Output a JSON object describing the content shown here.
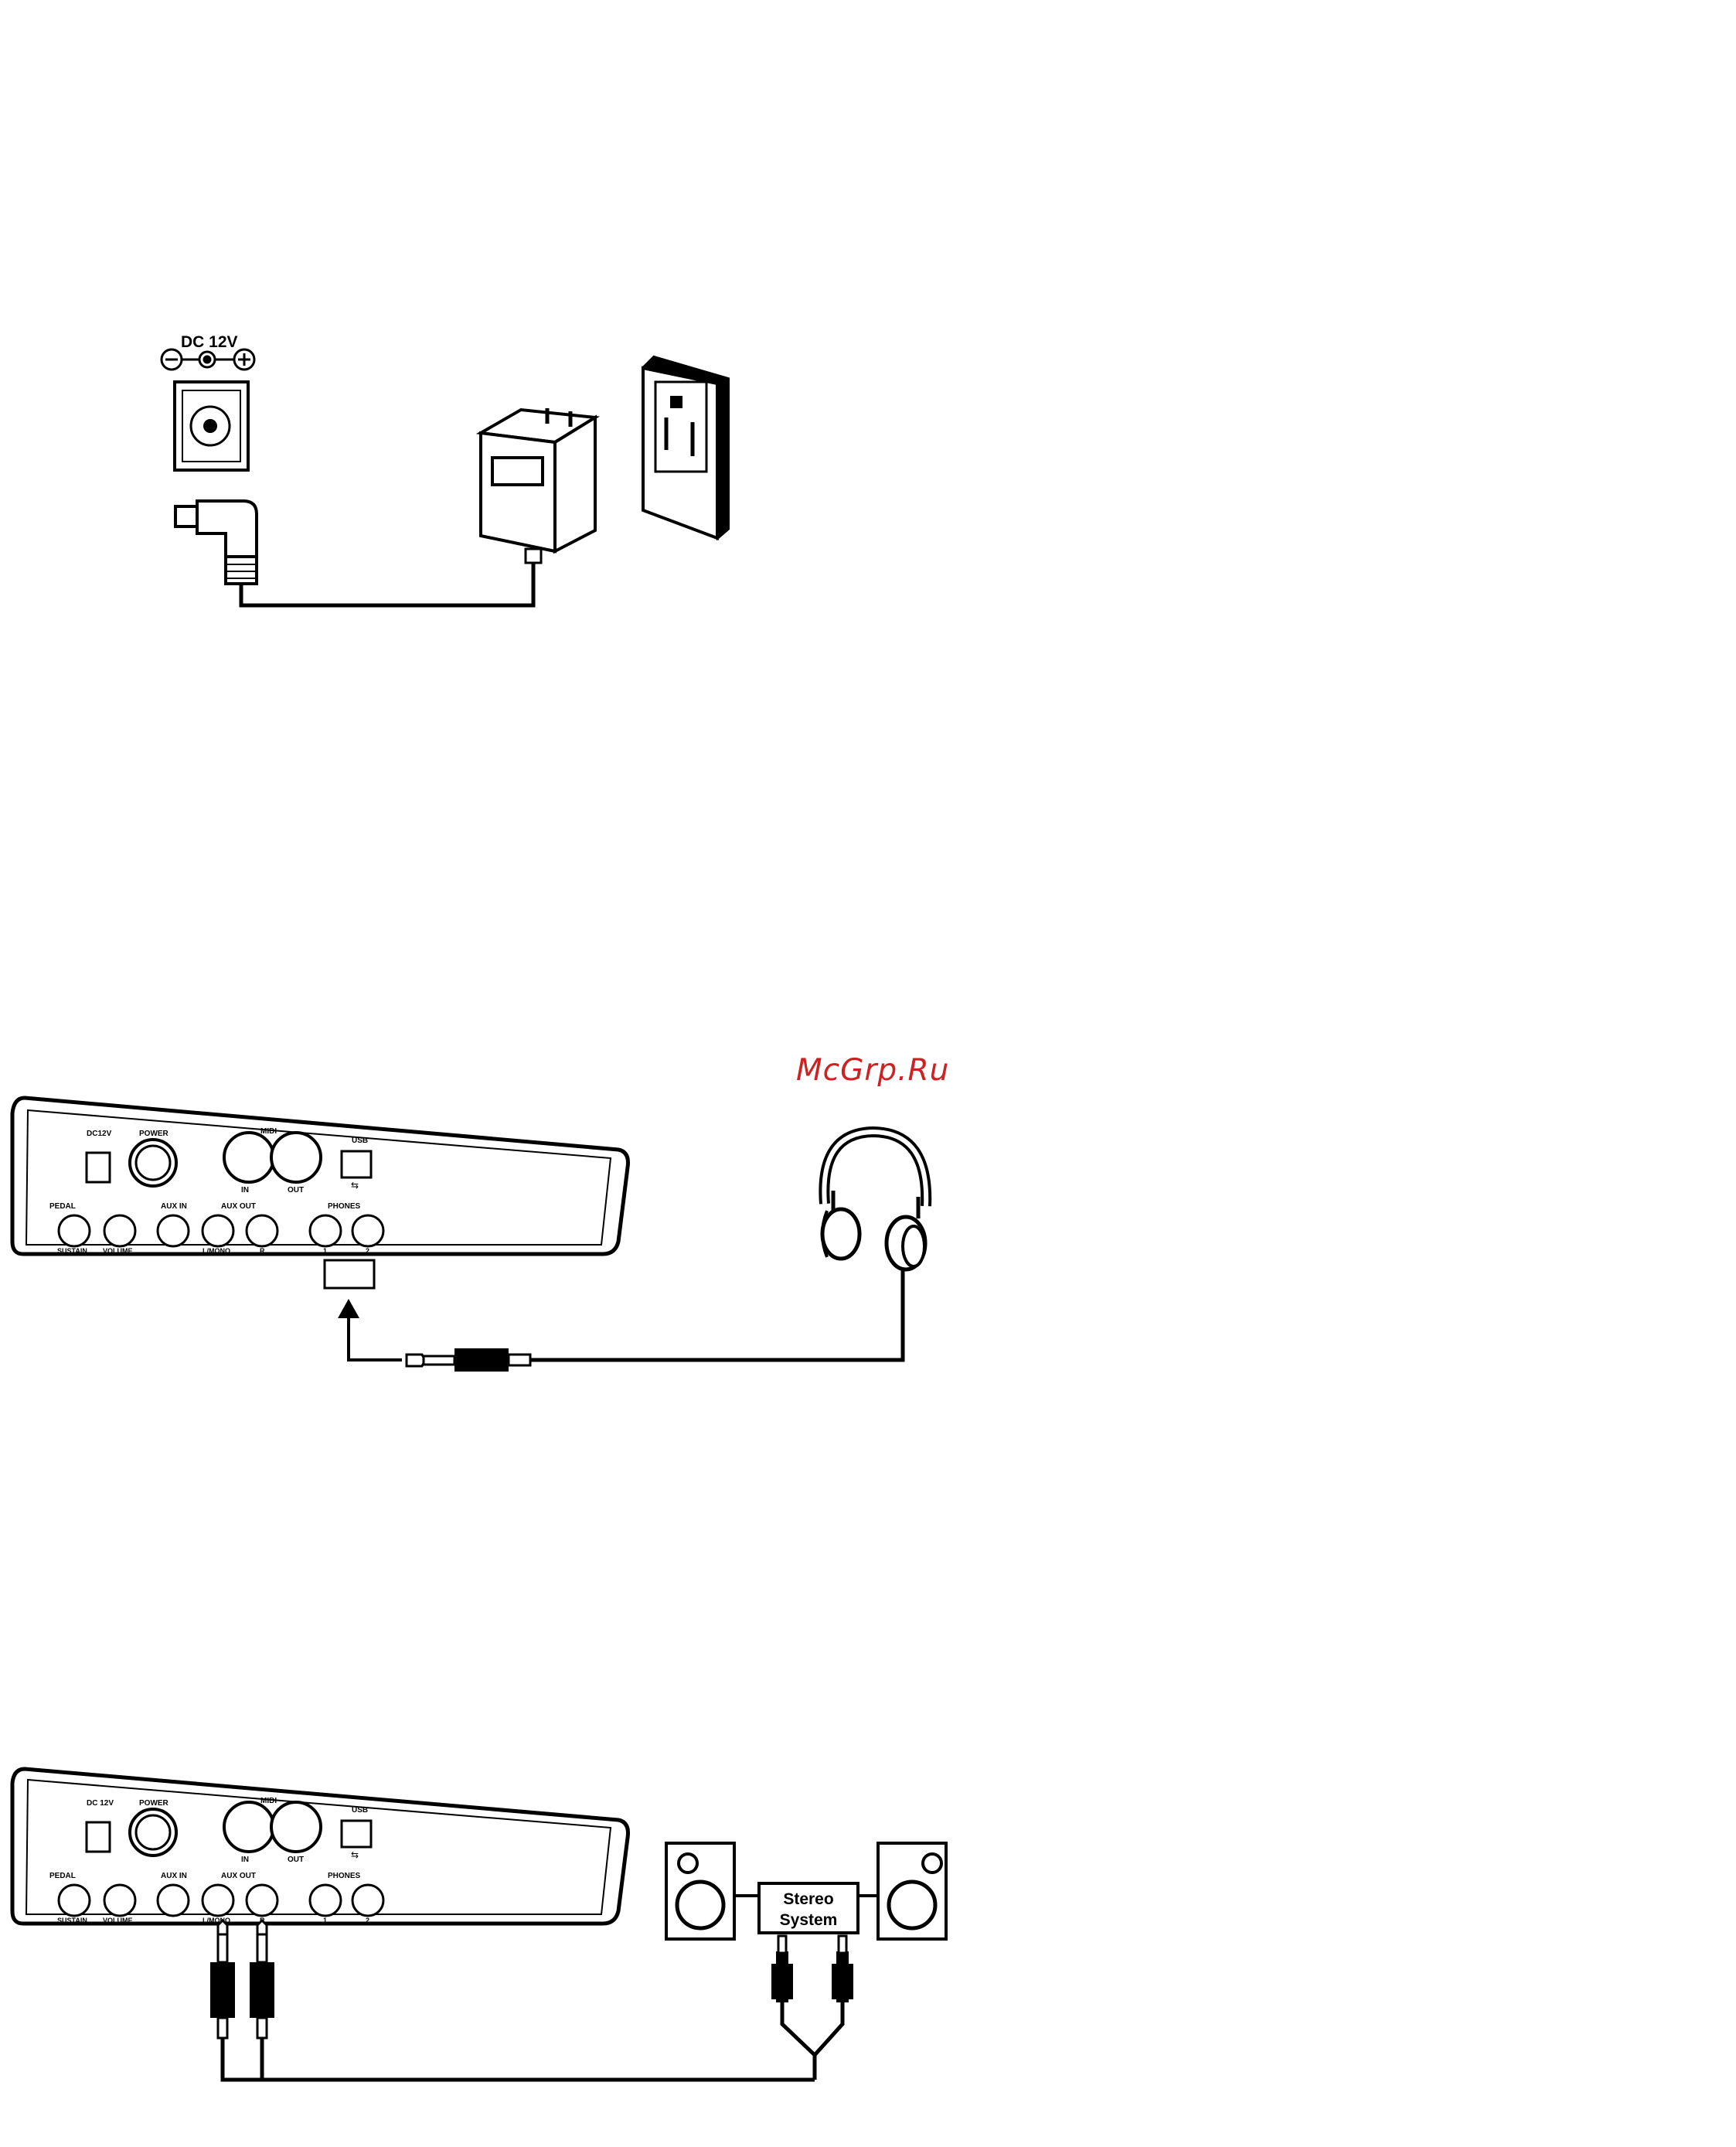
{
  "watermark": "McGrp.Ru",
  "figure_power": {
    "dc_label": "DC 12V"
  },
  "panel_labels": {
    "dc": "DC12V",
    "power": "POWER",
    "midi": "MIDI",
    "midi_in": "IN",
    "midi_out": "OUT",
    "usb": "USB",
    "pedal": "PEDAL",
    "sustain": "SUSTAIN",
    "volume": "VOLUME",
    "aux_in": "AUX IN",
    "aux_out": "AUX OUT",
    "l_mono": "L/MONO",
    "r": "R",
    "phones": "PHONES",
    "phones_1": "1",
    "phones_2": "2"
  },
  "panel_labels_b": {
    "dc": "DC 12V"
  },
  "figure_stereo": {
    "box_line1": "Stereo",
    "box_line2": "System"
  }
}
